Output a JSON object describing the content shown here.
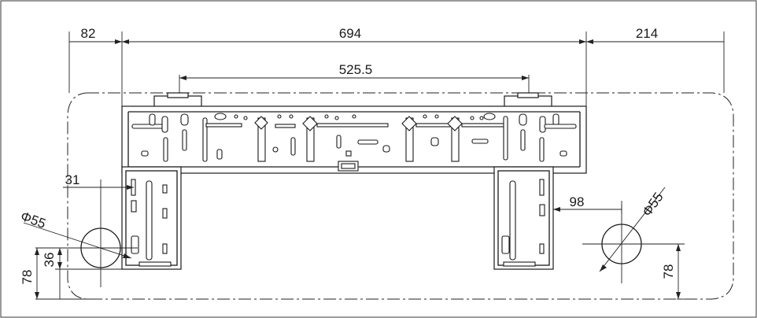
{
  "drawing": {
    "title": "Wall mounting plate installation dimensions",
    "dimensions": {
      "left_margin": "82",
      "plate_width": "694",
      "right_margin": "214",
      "inner_span": "525.5",
      "left_offset": "31",
      "left_hole_diameter": "Φ55",
      "left_hole_height": "36",
      "left_bottom_height": "78",
      "right_offset": "98",
      "right_hole_diameter": "Φ55",
      "right_bottom_height": "78"
    }
  }
}
